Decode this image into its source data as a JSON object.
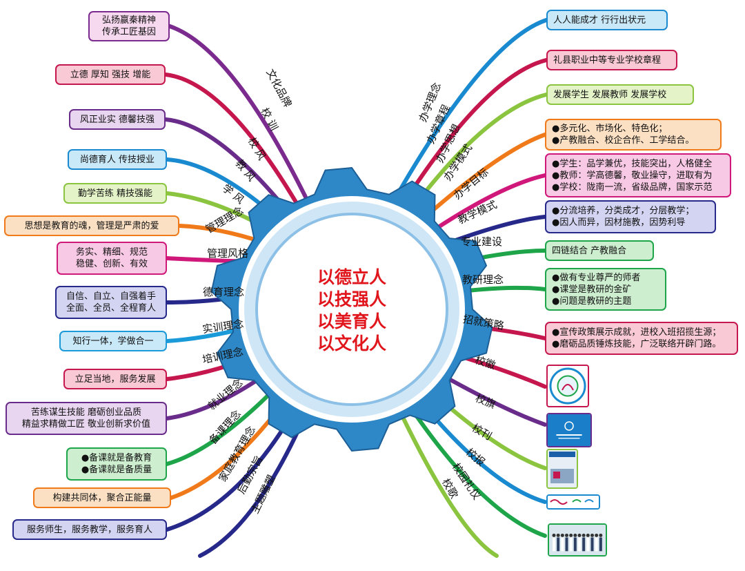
{
  "center": {
    "lines": [
      "以德立人",
      "以技强人",
      "以美育人",
      "以文化人"
    ]
  },
  "left_branches": [
    {
      "label": "文化品牌",
      "color": "#7b2a8e",
      "bg": "#f7d9ef",
      "lines": [
        "弘扬嬴秦精神",
        "传承工匠基因"
      ]
    },
    {
      "label": "校 训",
      "color": "#c5174d",
      "bg": "#f9c9d5",
      "lines": [
        "立德  厚知  强技  增能"
      ]
    },
    {
      "label": "校 风",
      "color": "#6a2c8a",
      "bg": "#e8d5ef",
      "lines": [
        "风正业实  德馨技强"
      ]
    },
    {
      "label": "教 风",
      "color": "#1a8ad0",
      "bg": "#c9e8f8",
      "lines": [
        "尚德育人  传技授业"
      ]
    },
    {
      "label": "学 风",
      "color": "#8bc43f",
      "bg": "#e4f3c8",
      "lines": [
        "勤学苦练  精技强能"
      ]
    },
    {
      "label": "管理理念",
      "color": "#f07a1a",
      "bg": "#fce0c4",
      "lines": [
        "思想是教育的魂，管理是严肃的爱"
      ]
    },
    {
      "label": "管理风格",
      "color": "#d0177a",
      "bg": "#f8c9e4",
      "lines": [
        "务实、精细、规范",
        "稳健、创新、有效"
      ]
    },
    {
      "label": "德育理念",
      "color": "#26288a",
      "bg": "#d3d4f2",
      "lines": [
        "自信、自立、自强着手",
        "全面、全员、全程育人"
      ]
    },
    {
      "label": "实训理念",
      "color": "#1a9ad8",
      "bg": "#c9e8f8",
      "lines": [
        "知行一体，学做合一"
      ]
    },
    {
      "label": "培训理念",
      "color": "#c5174d",
      "bg": "#f9c9d5",
      "lines": [
        "立足当地，服务发展"
      ]
    },
    {
      "label": "就业理念",
      "color": "#6a2c8a",
      "bg": "#e8d5ef",
      "lines": [
        "苦练谋生技能  磨砺创业品质",
        "精益求精做工匠  敬业创新求价值"
      ]
    },
    {
      "label": "备课理念",
      "color": "#1ea54a",
      "bg": "#cdeecf",
      "lines": [
        "●备课就是备教育",
        "●备课就是备质量"
      ]
    },
    {
      "label": "家庭教育理念",
      "color": "#f07a1a",
      "bg": "#fce0c4",
      "lines": [
        "构建共同体，聚合正能量"
      ]
    },
    {
      "label": "后勤宗旨",
      "color": "#26288a",
      "bg": "#d3d4f2",
      "lines": [
        "服务师生，服务教学，服务育人"
      ]
    },
    {
      "label": "主题雕塑",
      "color": "#26288a",
      "bg": "",
      "lines": []
    }
  ],
  "right_branches": [
    {
      "label": "办学理念",
      "color": "#1a8ad0",
      "bg": "#c9e8f8",
      "lines": [
        "人人能成才  行行出状元"
      ]
    },
    {
      "label": "办学章程",
      "color": "#c5174d",
      "bg": "#f9c9d5",
      "lines": [
        "礼县职业中等专业学校章程"
      ]
    },
    {
      "label": "办学思想",
      "color": "#8bc43f",
      "bg": "#e4f3c8",
      "lines": [
        "发展学生  发展教师  发展学校"
      ]
    },
    {
      "label": "办学模式",
      "color": "#f07a1a",
      "bg": "#fce0c4",
      "lines": [
        "●多元化、市场化、特色化；",
        "●产教融合、校企合作、工学结合。"
      ]
    },
    {
      "label": "办学目标",
      "color": "#d0177a",
      "bg": "#f8c9e4",
      "lines": [
        "●学生：品学兼优，技能突出，人格健全",
        "●教师：学高德馨，敬业操守，进取有为",
        "●学校：陇南一流，省级品牌，国家示范"
      ]
    },
    {
      "label": "教学模式",
      "color": "#26288a",
      "bg": "#d3d4f2",
      "lines": [
        "●分流培养，分类成才，分层教学；",
        "●因人而异，因材施教，因势利导"
      ]
    },
    {
      "label": "专业建设",
      "color": "#1ea54a",
      "bg": "#cdeecf",
      "lines": [
        "四链结合  产教融合"
      ]
    },
    {
      "label": "教研理念",
      "color": "#1ea54a",
      "bg": "#cdeecf",
      "lines": [
        "●做有专业尊严的师者",
        "●课堂是教研的金矿",
        "●问题是教研的主题"
      ]
    },
    {
      "label": "招就策略",
      "color": "#c5174d",
      "bg": "#f9c9d5",
      "lines": [
        "●宣传政策展示成就，进校入班招揽生源；",
        "●磨砺品质锤炼技能，广泛联络开辟门路。"
      ]
    },
    {
      "label": "校徽",
      "color": "#c5174d",
      "bg": "",
      "lines": []
    },
    {
      "label": "校旗",
      "color": "#6a2c8a",
      "bg": "",
      "lines": []
    },
    {
      "label": "校刊",
      "color": "#8bc43f",
      "bg": "",
      "lines": []
    },
    {
      "label": "校报",
      "color": "#1a8ad0",
      "bg": "",
      "lines": []
    },
    {
      "label": "校园礼仪",
      "color": "#1ea54a",
      "bg": "",
      "lines": []
    },
    {
      "label": "校歌",
      "color": "#8bc43f",
      "bg": "",
      "lines": []
    }
  ]
}
